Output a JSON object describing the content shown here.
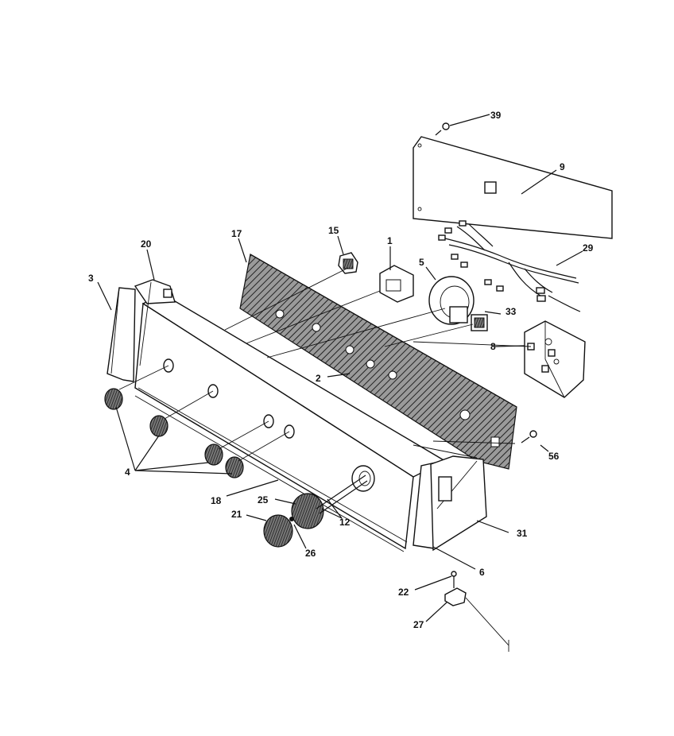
{
  "diagram": {
    "callouts": [
      {
        "id": "c39",
        "text": "39"
      },
      {
        "id": "c9",
        "text": "9"
      },
      {
        "id": "c29",
        "text": "29"
      },
      {
        "id": "c15",
        "text": "15"
      },
      {
        "id": "c1",
        "text": "1"
      },
      {
        "id": "c17",
        "text": "17"
      },
      {
        "id": "c20",
        "text": "20"
      },
      {
        "id": "c3",
        "text": "3"
      },
      {
        "id": "c5",
        "text": "5"
      },
      {
        "id": "c33",
        "text": "33"
      },
      {
        "id": "c8a",
        "text": "8"
      },
      {
        "id": "c2",
        "text": "2"
      },
      {
        "id": "c56",
        "text": "56"
      },
      {
        "id": "c4",
        "text": "4"
      },
      {
        "id": "c18",
        "text": "18"
      },
      {
        "id": "c25",
        "text": "25"
      },
      {
        "id": "c12",
        "text": "12"
      },
      {
        "id": "c21",
        "text": "21"
      },
      {
        "id": "c26",
        "text": "26"
      },
      {
        "id": "c31",
        "text": "31"
      },
      {
        "id": "c6",
        "text": "6"
      },
      {
        "id": "c22",
        "text": "22"
      },
      {
        "id": "c27",
        "text": "27"
      }
    ]
  }
}
